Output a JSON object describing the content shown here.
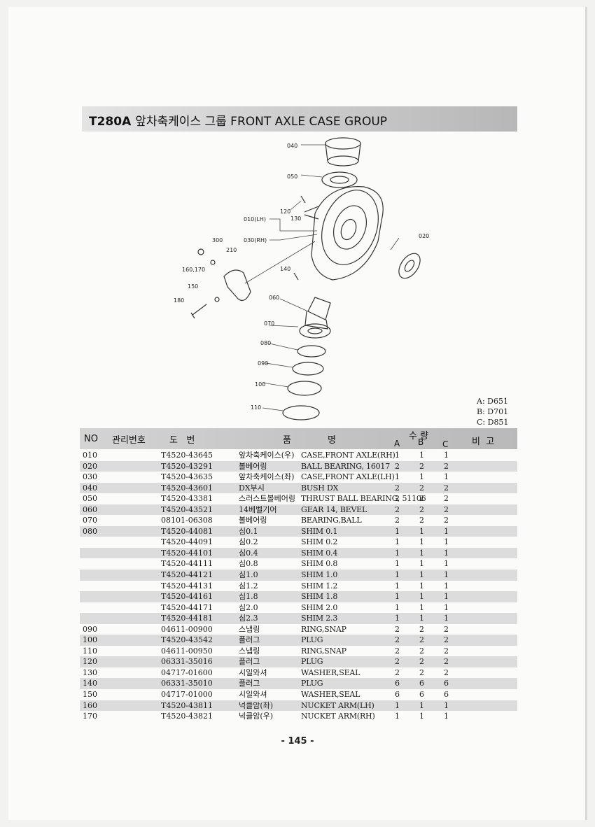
{
  "header": {
    "code": "T280A",
    "title": "앞차축케이스 그룹 FRONT AXLE CASE GROUP"
  },
  "diagram": {
    "callouts": [
      "040",
      "050",
      "120",
      "130",
      "010(LH)",
      "030(RH)",
      "300",
      "210",
      "160,170",
      "150",
      "140",
      "180",
      "020",
      "060",
      "070",
      "080",
      "090",
      "100",
      "110"
    ]
  },
  "models": [
    "A: D651",
    "B: D701",
    "C: D851"
  ],
  "table": {
    "headers": {
      "no": "NO",
      "mgmt": "관리번호",
      "drawing": "도   번",
      "name_1": "품",
      "name_2": "명",
      "qty": "수 량",
      "a": "A",
      "b": "B",
      "c": "C",
      "remarks": "비  고"
    },
    "rows": [
      {
        "no": "010",
        "pn": "T4520-43645",
        "kr": "앞차축케이스(우)",
        "en": "CASE,FRONT AXLE(RH)",
        "a": "1",
        "b": "1",
        "c": "1"
      },
      {
        "no": "020",
        "pn": "T4520-43291",
        "kr": "볼베어링",
        "en": "BALL BEARING, 16017",
        "a": "2",
        "b": "2",
        "c": "2"
      },
      {
        "no": "030",
        "pn": "T4520-43635",
        "kr": "앞차축케이스(좌)",
        "en": "CASE,FRONT AXLE(LH)",
        "a": "1",
        "b": "1",
        "c": "1"
      },
      {
        "no": "040",
        "pn": "T4520-43601",
        "kr": "DX부시",
        "en": "BUSH DX",
        "a": "2",
        "b": "2",
        "c": "2"
      },
      {
        "no": "050",
        "pn": "T4520-43381",
        "kr": "스러스트볼베어링",
        "en": "THRUST BALL BEARING, 51106",
        "a": "2",
        "b": "2",
        "c": "2"
      },
      {
        "no": "060",
        "pn": "T4520-43521",
        "kr": "14베벨기어",
        "en": "GEAR 14, BEVEL",
        "a": "2",
        "b": "2",
        "c": "2"
      },
      {
        "no": "070",
        "pn": "08101-06308",
        "kr": "볼베어링",
        "en": "BEARING,BALL",
        "a": "2",
        "b": "2",
        "c": "2"
      },
      {
        "no": "080",
        "pn": "T4520-44081",
        "kr": "심0.1",
        "en": "SHIM 0.1",
        "a": "1",
        "b": "1",
        "c": "1"
      },
      {
        "no": "",
        "pn": "T4520-44091",
        "kr": "심0.2",
        "en": "SHIM 0.2",
        "a": "1",
        "b": "1",
        "c": "1"
      },
      {
        "no": "",
        "pn": "T4520-44101",
        "kr": "심0.4",
        "en": "SHIM 0.4",
        "a": "1",
        "b": "1",
        "c": "1"
      },
      {
        "no": "",
        "pn": "T4520-44111",
        "kr": "심0.8",
        "en": "SHIM 0.8",
        "a": "1",
        "b": "1",
        "c": "1"
      },
      {
        "no": "",
        "pn": "T4520-44121",
        "kr": "심1.0",
        "en": "SHIM 1.0",
        "a": "1",
        "b": "1",
        "c": "1"
      },
      {
        "no": "",
        "pn": "T4520-44131",
        "kr": "심1.2",
        "en": "SHIM 1.2",
        "a": "1",
        "b": "1",
        "c": "1"
      },
      {
        "no": "",
        "pn": "T4520-44161",
        "kr": "심1.8",
        "en": "SHIM 1.8",
        "a": "1",
        "b": "1",
        "c": "1"
      },
      {
        "no": "",
        "pn": "T4520-44171",
        "kr": "심2.0",
        "en": "SHIM 2.0",
        "a": "1",
        "b": "1",
        "c": "1"
      },
      {
        "no": "",
        "pn": "T4520-44181",
        "kr": "심2.3",
        "en": "SHIM 2.3",
        "a": "1",
        "b": "1",
        "c": "1"
      },
      {
        "no": "090",
        "pn": "04611-00900",
        "kr": "스냅링",
        "en": "RING,SNAP",
        "a": "2",
        "b": "2",
        "c": "2"
      },
      {
        "no": "100",
        "pn": "T4520-43542",
        "kr": "플러그",
        "en": "PLUG",
        "a": "2",
        "b": "2",
        "c": "2"
      },
      {
        "no": "110",
        "pn": "04611-00950",
        "kr": "스냅링",
        "en": "RING,SNAP",
        "a": "2",
        "b": "2",
        "c": "2"
      },
      {
        "no": "120",
        "pn": "06331-35016",
        "kr": "플러그",
        "en": "PLUG",
        "a": "2",
        "b": "2",
        "c": "2"
      },
      {
        "no": "130",
        "pn": "04717-01600",
        "kr": "시일와셔",
        "en": "WASHER,SEAL",
        "a": "2",
        "b": "2",
        "c": "2"
      },
      {
        "no": "140",
        "pn": "06331-35010",
        "kr": "플러그",
        "en": "PLUG",
        "a": "6",
        "b": "6",
        "c": "6"
      },
      {
        "no": "150",
        "pn": "04717-01000",
        "kr": "시일와셔",
        "en": "WASHER,SEAL",
        "a": "6",
        "b": "6",
        "c": "6"
      },
      {
        "no": "160",
        "pn": "T4520-43811",
        "kr": "넉클암(좌)",
        "en": "NUCKET ARM(LH)",
        "a": "1",
        "b": "1",
        "c": "1"
      },
      {
        "no": "170",
        "pn": "T4520-43821",
        "kr": "넉클암(우)",
        "en": "NUCKET ARM(RH)",
        "a": "1",
        "b": "1",
        "c": "1"
      }
    ]
  },
  "footer": {
    "page_number": "- 145 -"
  }
}
